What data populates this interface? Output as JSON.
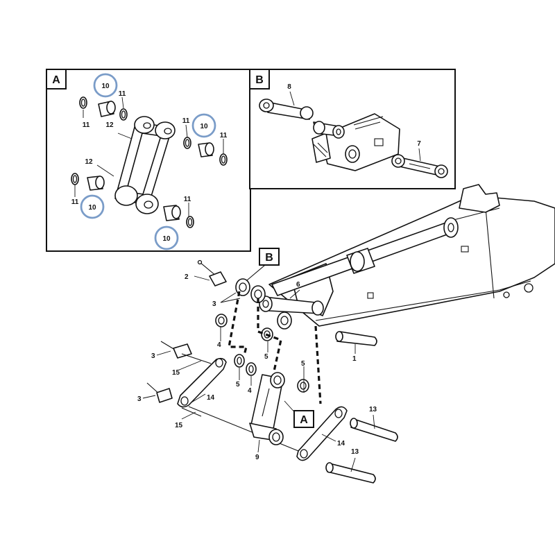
{
  "colors": {
    "ink": "#111111",
    "highlight": "#7a9cc8",
    "paper": "#ffffff"
  },
  "detail_a": {
    "label": "A"
  },
  "detail_b": {
    "label": "B"
  },
  "callouts": {
    "main_b": "B",
    "main_a": "A"
  },
  "labels": {
    "a_10_top": "10",
    "a_11_top": "11",
    "a_11_left": "11",
    "a_12_top": "12",
    "a_11_mid": "11",
    "a_10_right": "10",
    "a_11_right": "11",
    "a_12_left": "12",
    "a_11_lower": "11",
    "a_10_left": "10",
    "a_11_bottom": "11",
    "a_10_bottom": "10",
    "b_8": "8",
    "b_7": "7",
    "m_2": "2",
    "m_3_top": "3",
    "m_6": "6",
    "m_4_top": "4",
    "m_5_top": "5",
    "m_1": "1",
    "m_3_mid": "3",
    "m_15_top": "15",
    "m_5_left": "5",
    "m_4_mid": "4",
    "m_5_right": "5",
    "m_3_low": "3",
    "m_14_left": "14",
    "m_15_bottom": "15",
    "m_13_top": "13",
    "m_14_right": "14",
    "m_13_bottom": "13",
    "m_9": "9"
  }
}
